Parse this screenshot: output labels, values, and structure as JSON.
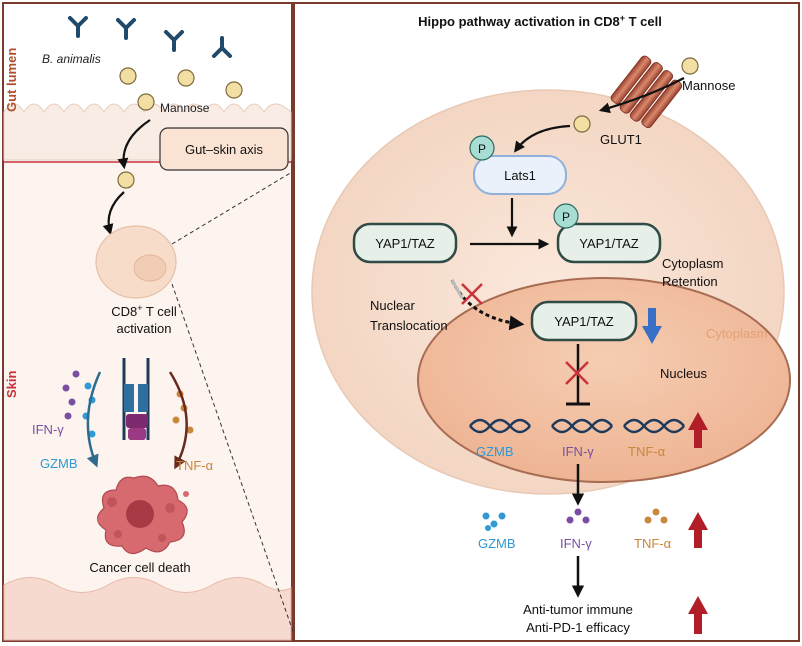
{
  "left_panel": {
    "zone_gut_label": "Gut lumen",
    "zone_skin_label": "Skin",
    "bacteria_label": "B. animalis",
    "mannose_label": "Mannose",
    "axis_label": "Gut–skin axis",
    "tcell_label_line1": "CD8",
    "tcell_label_sup": "+",
    "tcell_label_line1_rest": " T cell",
    "tcell_label_line2": "activation",
    "ifn_label": "IFN-γ",
    "gzmb_label": "GZMB",
    "tnf_label": "TNF-α",
    "death_label": "Cancer cell death"
  },
  "right_panel": {
    "title_pre": "Hippo pathway activation in CD8",
    "title_sup": "+",
    "title_post": " T cell",
    "mannose_label": "Mannose",
    "glut1_label": "GLUT1",
    "phospho_label": "P",
    "lats1_label": "Lats1",
    "yap_left_label": "YAP1/TAZ",
    "yap_right_label": "YAP1/TAZ",
    "yap_nucleus_label": "YAP1/TAZ",
    "cytoplasm_retention_line1": "Cytoplasm",
    "cytoplasm_retention_line2": "Retention",
    "nuclear_translocation_line1": "Nuclear",
    "nuclear_translocation_line2": "Translocation",
    "cytoplasm_label": "Cytoplasm",
    "nucleus_label": "Nucleus",
    "gene_gzmb": "GZMB",
    "gene_ifn": "IFN-γ",
    "gene_tnf": "TNF-α",
    "protein_gzmb": "GZMB",
    "protein_ifn": "IFN-γ",
    "protein_tnf": "TNF-α",
    "outcome_line1": "Anti-tumor immune",
    "outcome_line2": "Anti-PD-1 efficacy"
  },
  "colors": {
    "frame": "#7a3b2e",
    "gut_label": "#b0502d",
    "skin_label": "#c8323c",
    "skin_line": "#c8323c",
    "cell_fill": "#f7e0d3",
    "nucleus_fill": "#f2c3a6",
    "yap_fill": "#e6efe8",
    "yap_stroke": "#2f4b45",
    "lats_fill": "#eaf1fb",
    "lats_stroke": "#8fb0db",
    "phospho_fill": "#a8ddd3",
    "gzmb": "#2f9ad3",
    "ifn": "#7a4fa3",
    "tnf": "#c8873a",
    "up_arrow": "#b21e28",
    "down_arrow": "#3a6fc6",
    "block_x": "#c8323c",
    "mannose_fill": "#f3dfa3"
  }
}
